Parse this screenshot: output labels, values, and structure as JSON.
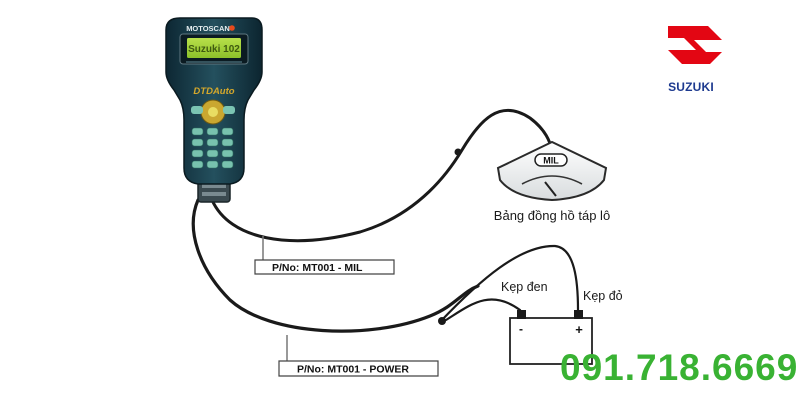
{
  "brand": {
    "name": "SUZUKI",
    "logo_color": "#e30613",
    "text_color": "#1d3a8f"
  },
  "scanner": {
    "model": "MOTOSCAN",
    "screen_text": "Suzuki 102",
    "logo": "DTDAuto"
  },
  "gauge": {
    "badge": "MIL",
    "caption": "Bảng đồng hồ táp lô"
  },
  "tags": {
    "mil": "P/No: MT001 - MIL",
    "power": "P/No: MT001 - POWER"
  },
  "battery": {
    "minus": "-",
    "plus": "+",
    "clip_black": "Kẹp đen",
    "clip_red": "Kẹp đỏ"
  },
  "contact": {
    "phone": "091.718.6669",
    "color": "#39b233"
  }
}
